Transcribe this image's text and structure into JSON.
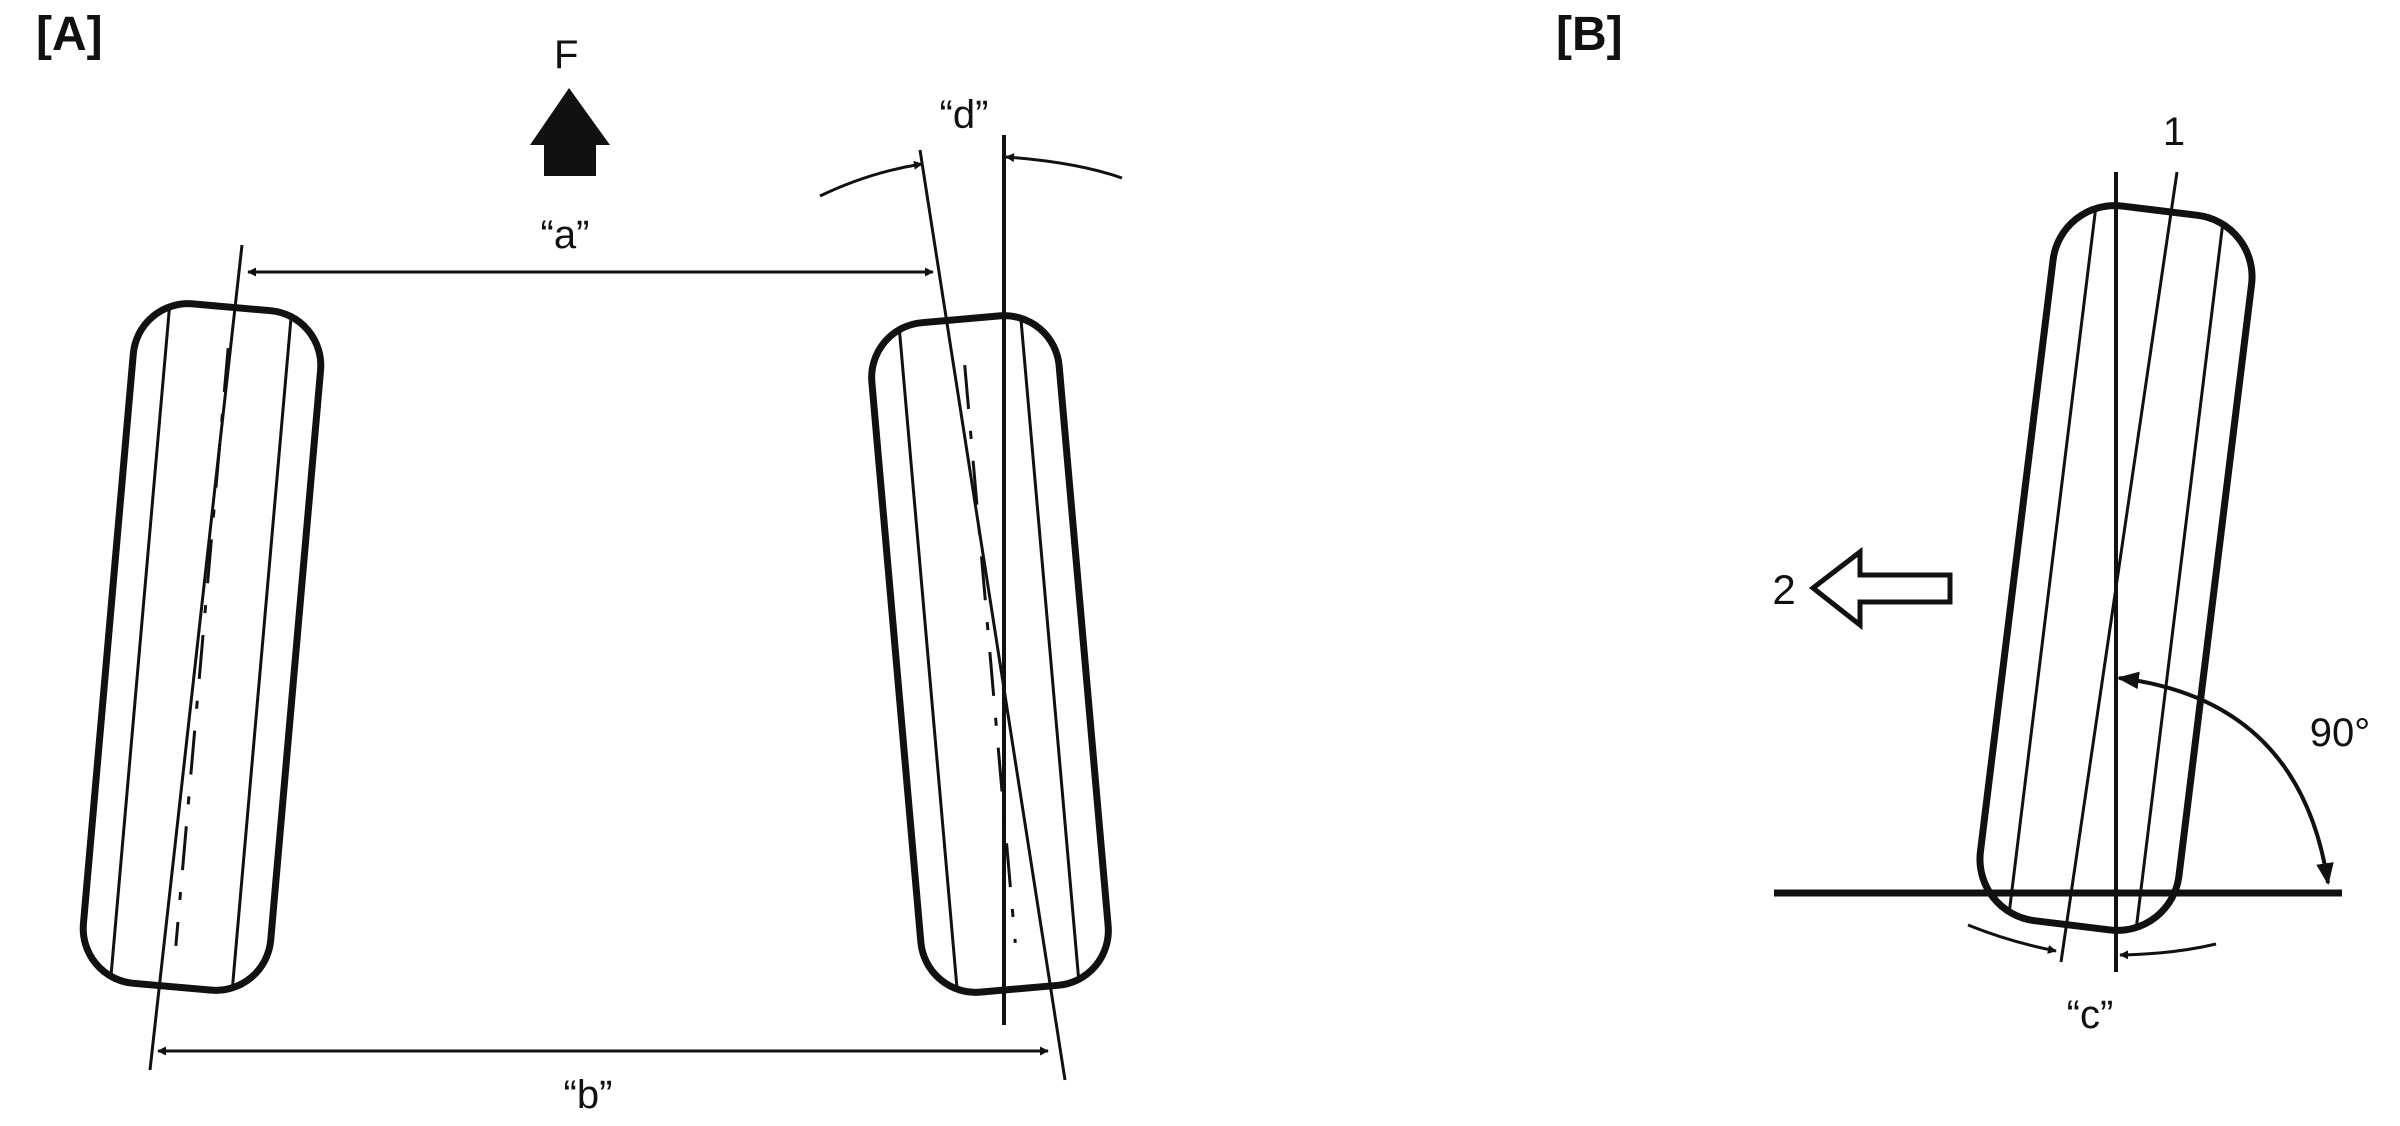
{
  "panels": {
    "a": {
      "label": "[A]"
    },
    "b": {
      "label": "[B]"
    }
  },
  "labels": {
    "forward": "F",
    "front_width": "“a”",
    "rear_width": "“b”",
    "toe_angle": "“d”",
    "camber_angle": "“c”",
    "tire_centerline": "1",
    "outward": "2",
    "right_angle": "90°"
  },
  "colors": {
    "ink": "#111111",
    "background": "#ffffff"
  }
}
